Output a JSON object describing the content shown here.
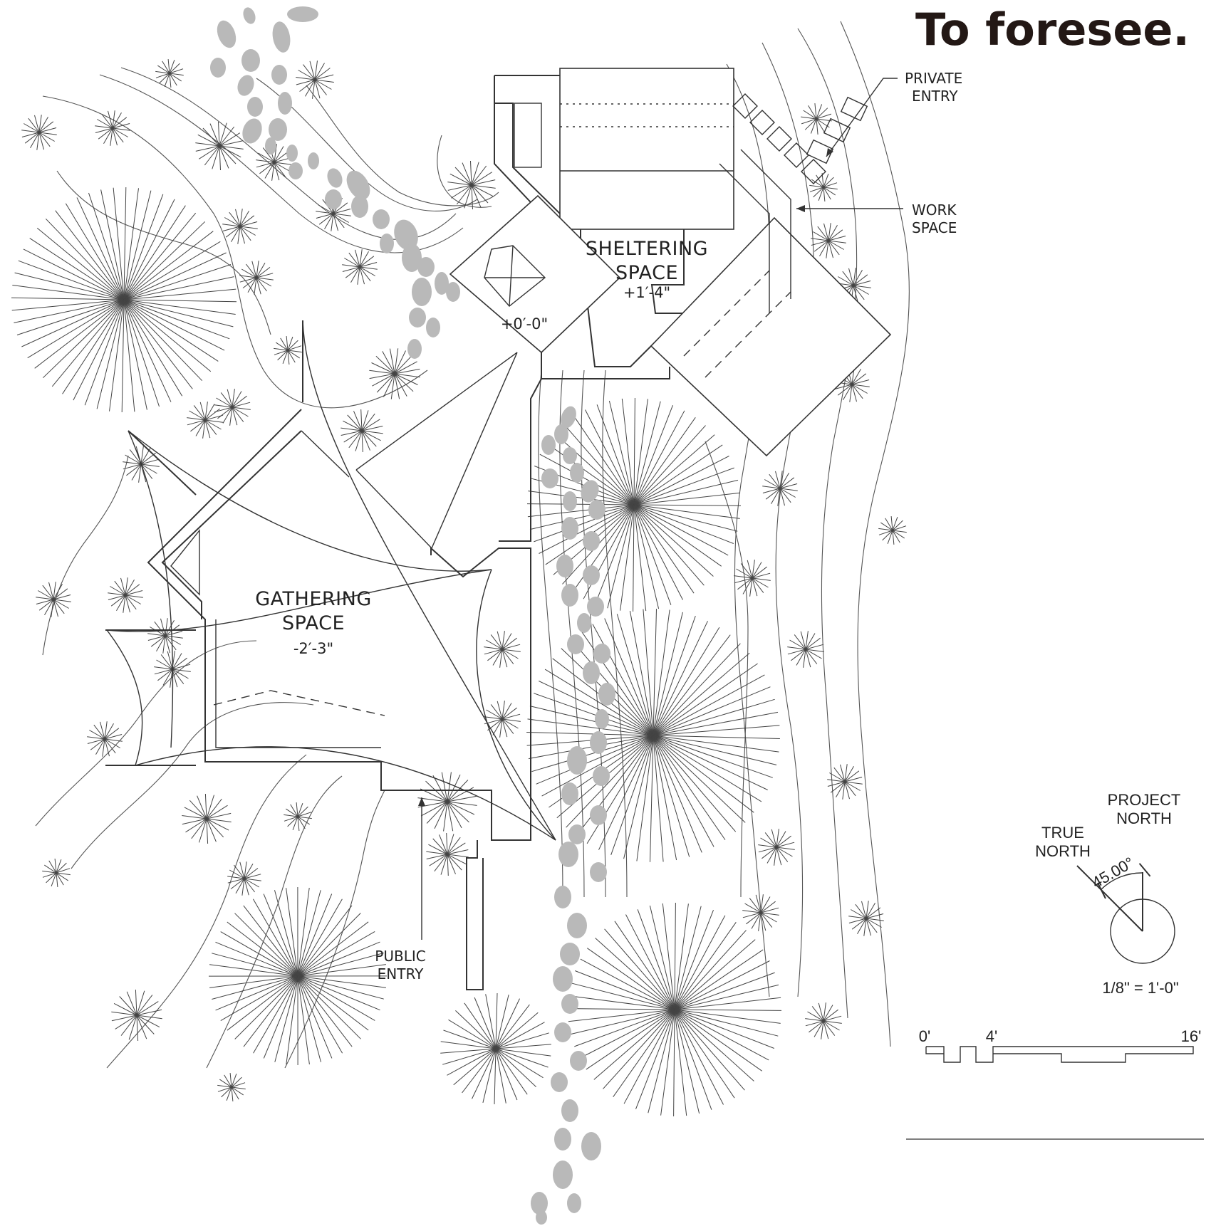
{
  "title": "To foresee.",
  "labels": {
    "sheltering_space": [
      "SHELTERING",
      "SPACE"
    ],
    "sheltering_elevation": "+1′-4\"",
    "entry_elevation": "+0′-0\"",
    "gathering_space": [
      "GATHERING",
      "SPACE"
    ],
    "gathering_elevation": "-2′-3\"",
    "private_entry": [
      "PRIVATE",
      "ENTRY"
    ],
    "work_space": [
      "WORK",
      "SPACE"
    ],
    "public_entry": [
      "PUBLIC",
      "ENTRY"
    ]
  },
  "legend": {
    "project_north": [
      "PROJECT",
      "NORTH"
    ],
    "true_north": [
      "TRUE",
      "NORTH"
    ],
    "angle": "45.00°",
    "scale": "1/8\" = 1'-0\"",
    "scale_bar_ticks": [
      "0'",
      "4'",
      "16'"
    ]
  },
  "colors": {
    "title": "#231815",
    "linework": "#333333",
    "stepping_stones": "#b9b9b9"
  }
}
